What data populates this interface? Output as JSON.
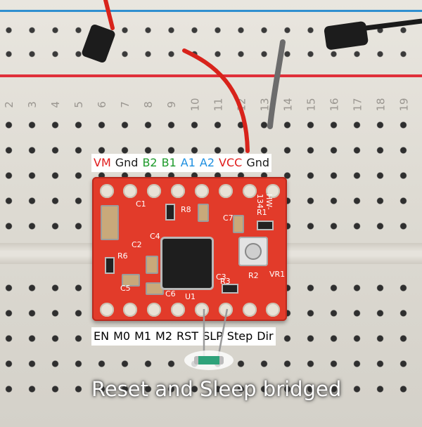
{
  "top_pin_labels": [
    {
      "text": "VM",
      "color": "#e01b1b"
    },
    {
      "text": "Gnd",
      "color": "#1a1a1a"
    },
    {
      "text": "B2",
      "color": "#1d9a2a"
    },
    {
      "text": "B1",
      "color": "#1d9a2a"
    },
    {
      "text": "A1",
      "color": "#1e8fe0"
    },
    {
      "text": "A2",
      "color": "#1e8fe0"
    },
    {
      "text": "VCC",
      "color": "#e01b1b"
    },
    {
      "text": "Gnd",
      "color": "#1a1a1a"
    }
  ],
  "bottom_pin_labels": [
    "EN",
    "M0",
    "M1",
    "M2",
    "RST",
    "SLP",
    "Step",
    "Dir"
  ],
  "caption": "Reset and Sleep bridged",
  "board_silkscreen": [
    "HW-134",
    "C1",
    "C2",
    "C3",
    "C4",
    "C5",
    "C6",
    "C7",
    "R1",
    "R2",
    "R3",
    "R6",
    "R8",
    "VR1",
    "U1"
  ],
  "breadboard_columns": [
    "2",
    "3",
    "4",
    "5",
    "6",
    "7",
    "8",
    "9",
    "10",
    "11",
    "12",
    "13",
    "14",
    "15",
    "16",
    "17",
    "18",
    "19"
  ],
  "colors": {
    "board_red": "#e23b2a",
    "rail_red": "#e0303a",
    "rail_blue": "#2f8fd0"
  }
}
